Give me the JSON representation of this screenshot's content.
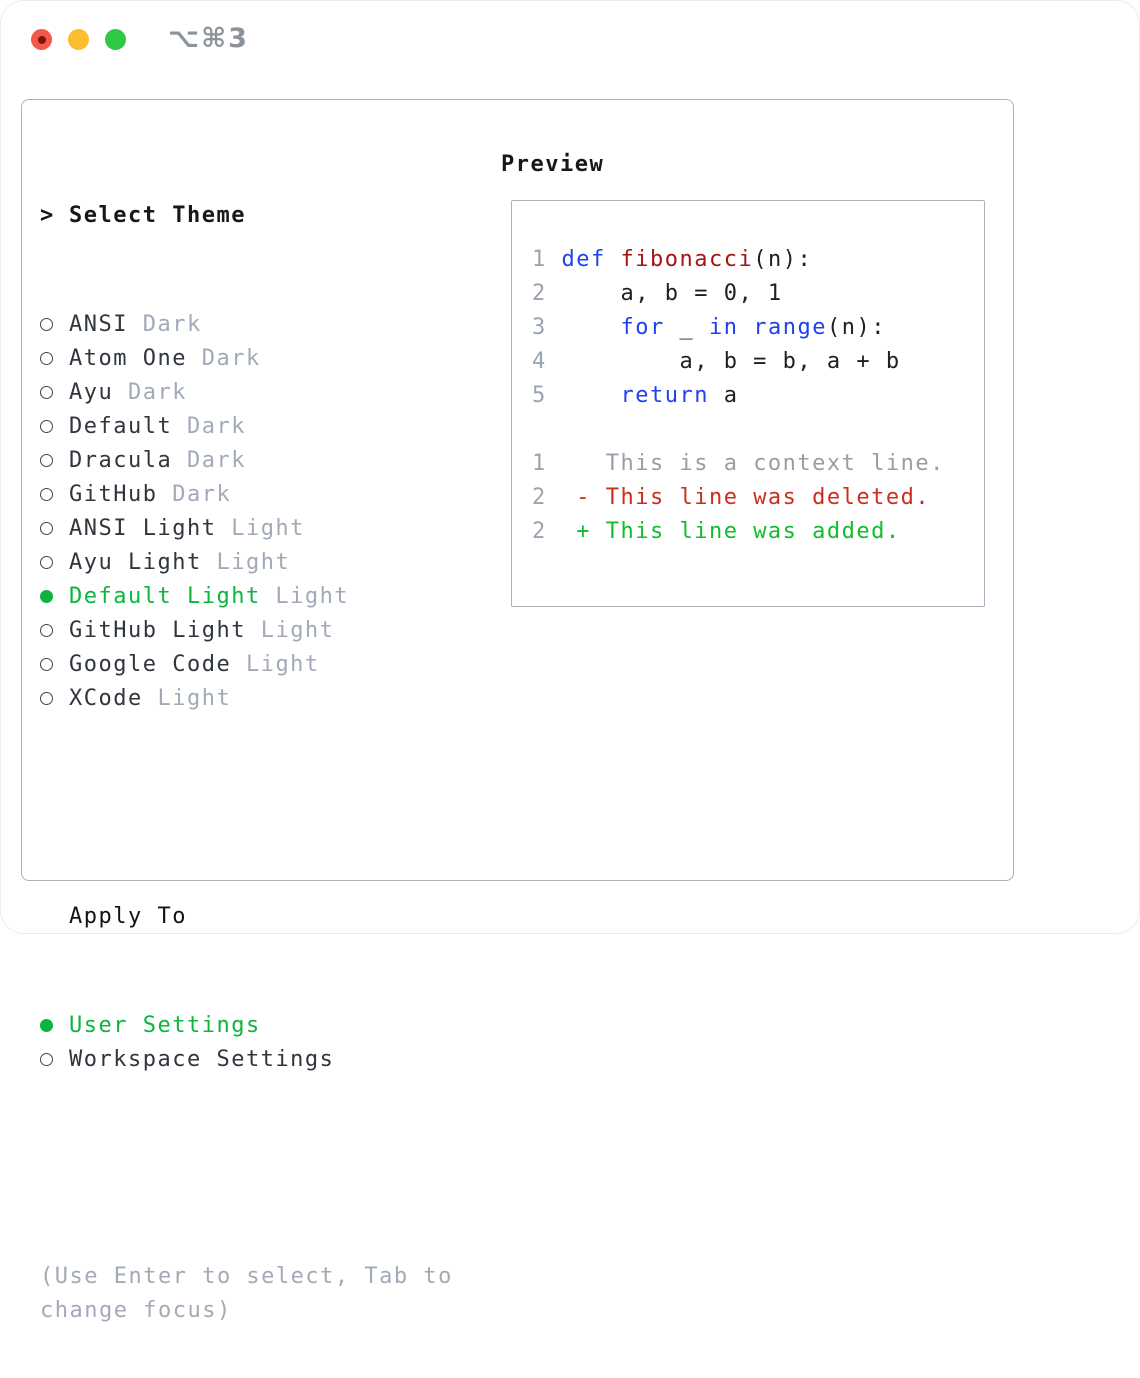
{
  "window": {
    "title": "⌥⌘3",
    "traffic_lights": [
      "close",
      "minimize",
      "zoom"
    ]
  },
  "theme_selector": {
    "heading": "Select Theme",
    "heading_marker": ">",
    "items": [
      {
        "name": "ANSI",
        "tag": "Dark",
        "selected": false
      },
      {
        "name": "Atom One",
        "tag": "Dark",
        "selected": false
      },
      {
        "name": "Ayu",
        "tag": "Dark",
        "selected": false
      },
      {
        "name": "Default",
        "tag": "Dark",
        "selected": false
      },
      {
        "name": "Dracula",
        "tag": "Dark",
        "selected": false
      },
      {
        "name": "GitHub",
        "tag": "Dark",
        "selected": false
      },
      {
        "name": "ANSI Light",
        "tag": "Light",
        "selected": false
      },
      {
        "name": "Ayu Light",
        "tag": "Light",
        "selected": false
      },
      {
        "name": "Default Light",
        "tag": "Light",
        "selected": true
      },
      {
        "name": "GitHub Light",
        "tag": "Light",
        "selected": false
      },
      {
        "name": "Google Code",
        "tag": "Light",
        "selected": false
      },
      {
        "name": "XCode",
        "tag": "Light",
        "selected": false
      }
    ]
  },
  "apply_to": {
    "heading": "Apply To",
    "options": [
      {
        "label": "User Settings",
        "selected": true
      },
      {
        "label": "Workspace Settings",
        "selected": false
      }
    ]
  },
  "help_text": "(Use Enter to select, Tab to change focus)",
  "preview": {
    "heading": "Preview",
    "code_lines": [
      {
        "num": "1",
        "tokens": [
          {
            "t": "def",
            "c": "kw"
          },
          {
            "t": " "
          },
          {
            "t": "fibonacci",
            "c": "fn"
          },
          {
            "t": "(n):"
          }
        ]
      },
      {
        "num": "2",
        "tokens": [
          {
            "t": "    a, b = 0, 1"
          }
        ]
      },
      {
        "num": "3",
        "tokens": [
          {
            "t": "    "
          },
          {
            "t": "for",
            "c": "kw"
          },
          {
            "t": " _ "
          },
          {
            "t": "in",
            "c": "kw"
          },
          {
            "t": " "
          },
          {
            "t": "range",
            "c": "kw"
          },
          {
            "t": "(n):"
          }
        ]
      },
      {
        "num": "4",
        "tokens": [
          {
            "t": "        a, b = b, a + b"
          }
        ]
      },
      {
        "num": "5",
        "tokens": [
          {
            "t": "    "
          },
          {
            "t": "return",
            "c": "kw"
          },
          {
            "t": " a"
          }
        ]
      }
    ],
    "diff_lines": [
      {
        "num": "1",
        "marker": " ",
        "text": "This is a context line.",
        "kind": "context"
      },
      {
        "num": "2",
        "marker": "-",
        "text": "This line was deleted.",
        "kind": "deleted"
      },
      {
        "num": "2",
        "marker": "+",
        "text": "This line was added.",
        "kind": "added"
      }
    ]
  },
  "colors": {
    "accent_green": "#0cb53d",
    "keyword_blue": "#2141ec",
    "function_red": "#a31616",
    "diff_red": "#cc2e1c",
    "diff_green": "#12bd2c",
    "muted_gray": "#a2aab8",
    "border_gray": "#aab1bb",
    "traffic_red": "#f4574c",
    "traffic_yellow": "#fcbd2f",
    "traffic_green": "#2dc844"
  }
}
